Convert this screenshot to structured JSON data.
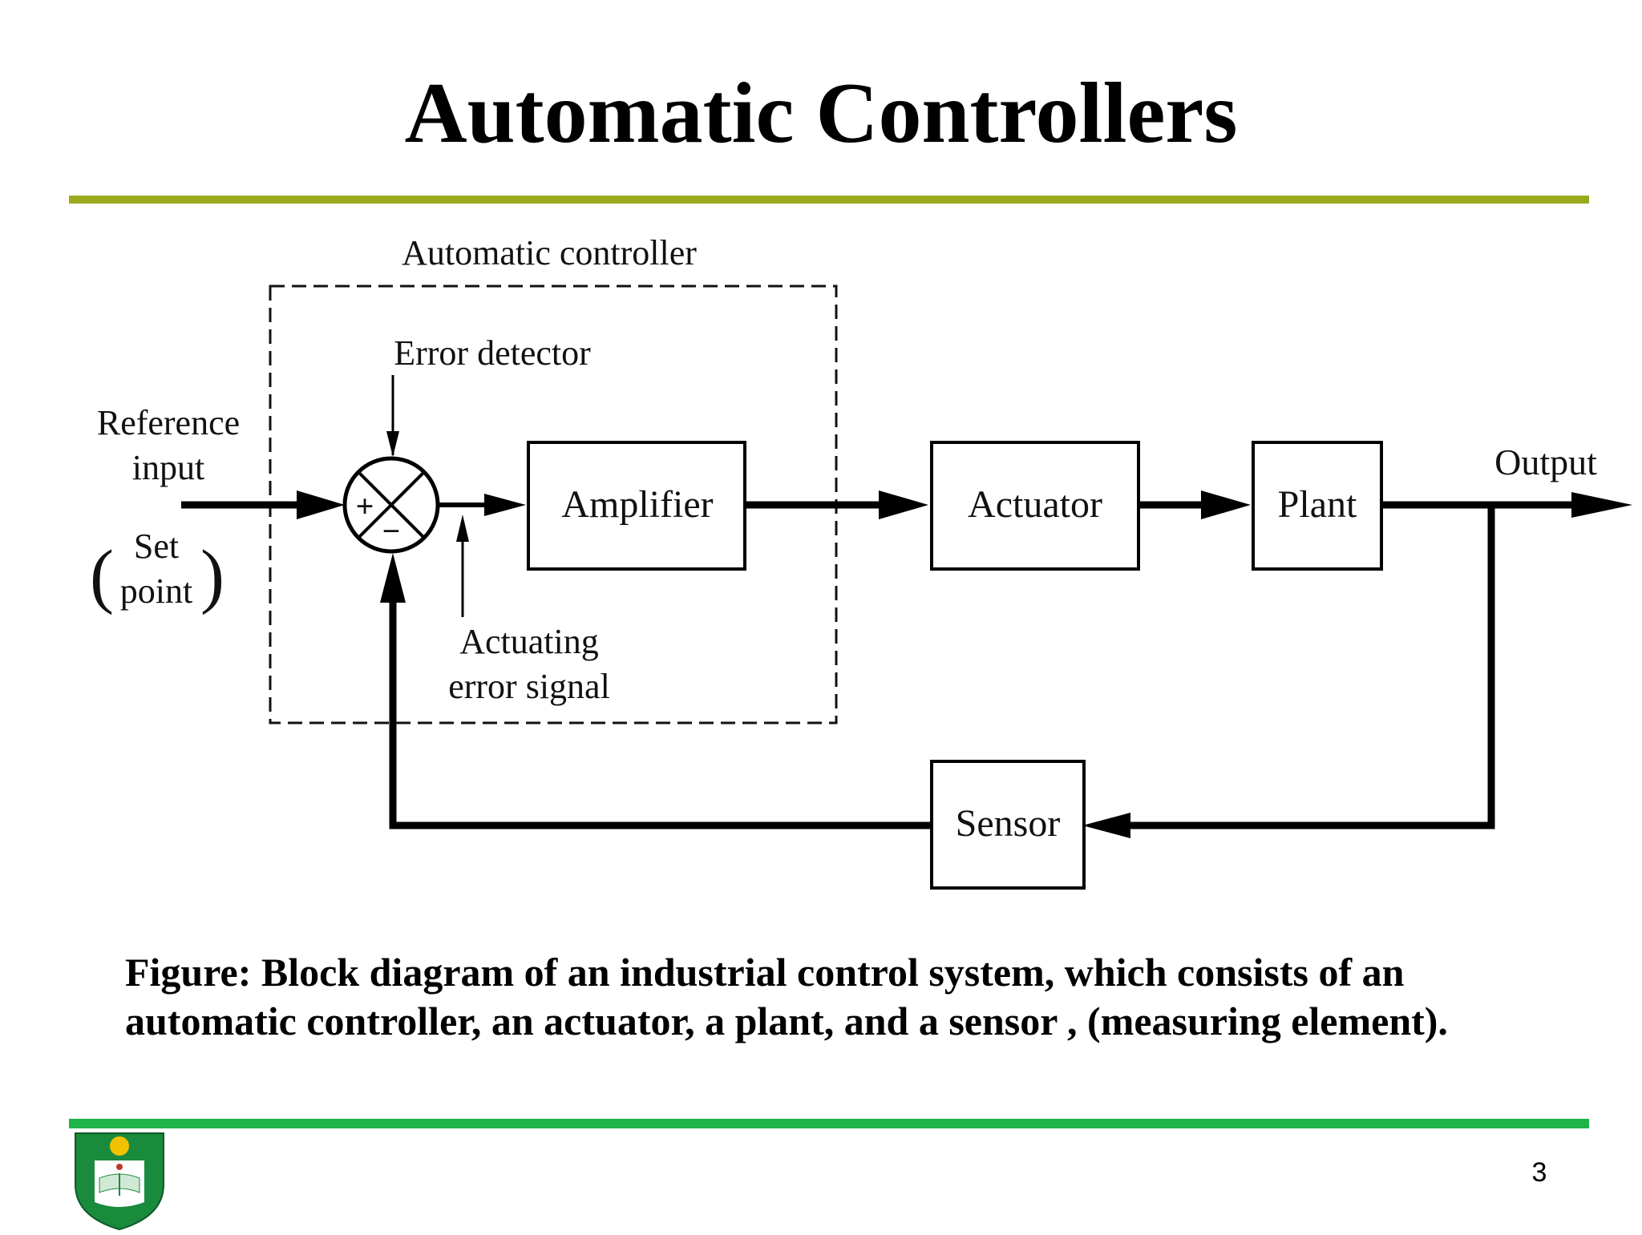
{
  "title": "Automatic Controllers",
  "diagram": {
    "controller_label": "Automatic controller",
    "error_detector_label": "Error detector",
    "reference_input_line1": "Reference",
    "reference_input_line2": "input",
    "set_point_line1": "Set",
    "set_point_line2": "point",
    "plus_sign": "+",
    "minus_sign": "−",
    "actuating_error_line1": "Actuating",
    "actuating_error_line2": "error signal",
    "blocks": {
      "amplifier": "Amplifier",
      "actuator": "Actuator",
      "plant": "Plant",
      "sensor": "Sensor"
    },
    "output_label": "Output"
  },
  "caption": "Figure: Block diagram of an industrial control system, which consists of an automatic controller, an actuator, a plant, and a sensor , (measuring element).",
  "page_number": "3",
  "colors": {
    "top_rule": "#9aaa1c",
    "bottom_rule": "#1fb34a",
    "logo_green": "#1a8a3c",
    "logo_yellow": "#f2c200"
  }
}
